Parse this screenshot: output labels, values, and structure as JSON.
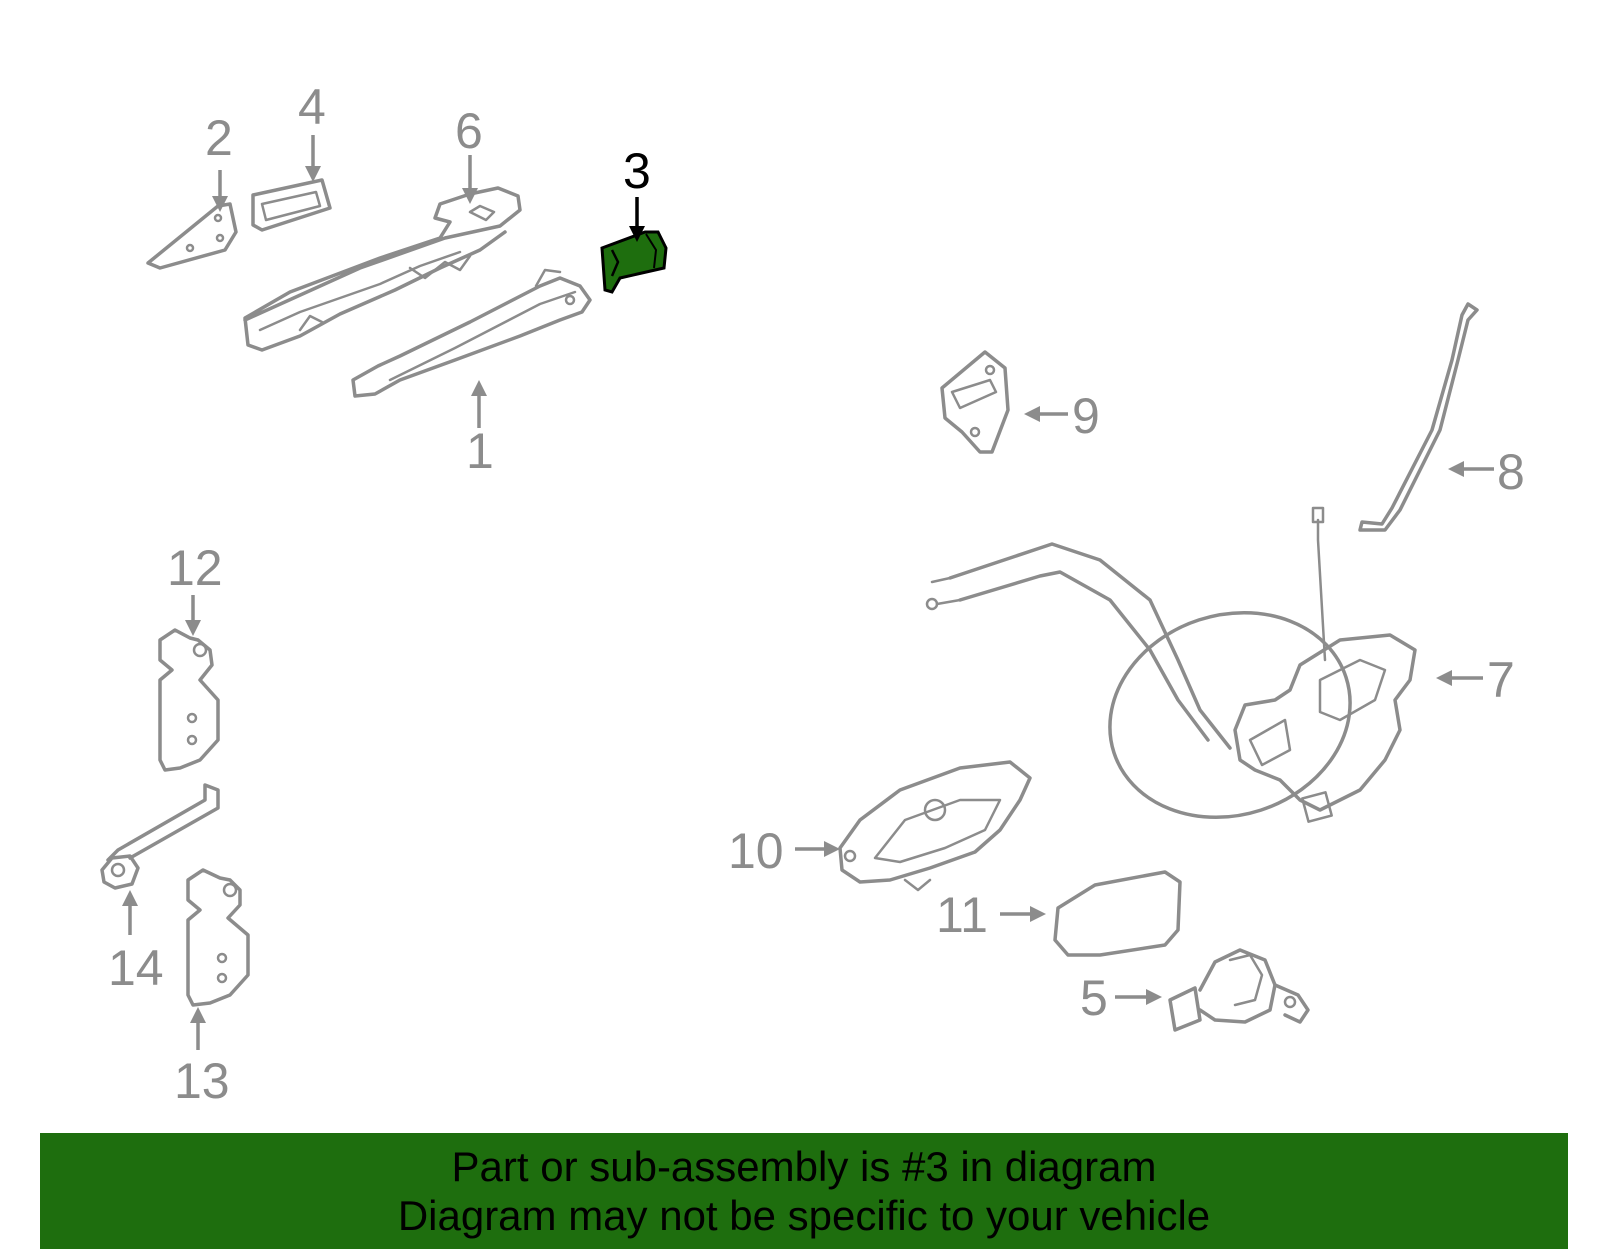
{
  "callouts": {
    "c1": "1",
    "c2": "2",
    "c3": "3",
    "c4": "4",
    "c5": "5",
    "c6": "6",
    "c7": "7",
    "c8": "8",
    "c9": "9",
    "c10": "10",
    "c11": "11",
    "c12": "12",
    "c13": "13",
    "c14": "14"
  },
  "highlighted_part": "3",
  "colors": {
    "line_gray": "#8c8c8c",
    "highlight_green": "#1e6e0e",
    "banner_green": "#1e6e0e",
    "text_black": "#000000"
  },
  "banner": {
    "line1": "Part or sub-assembly is #3 in diagram",
    "line2": "Diagram may not be specific to your vehicle"
  }
}
